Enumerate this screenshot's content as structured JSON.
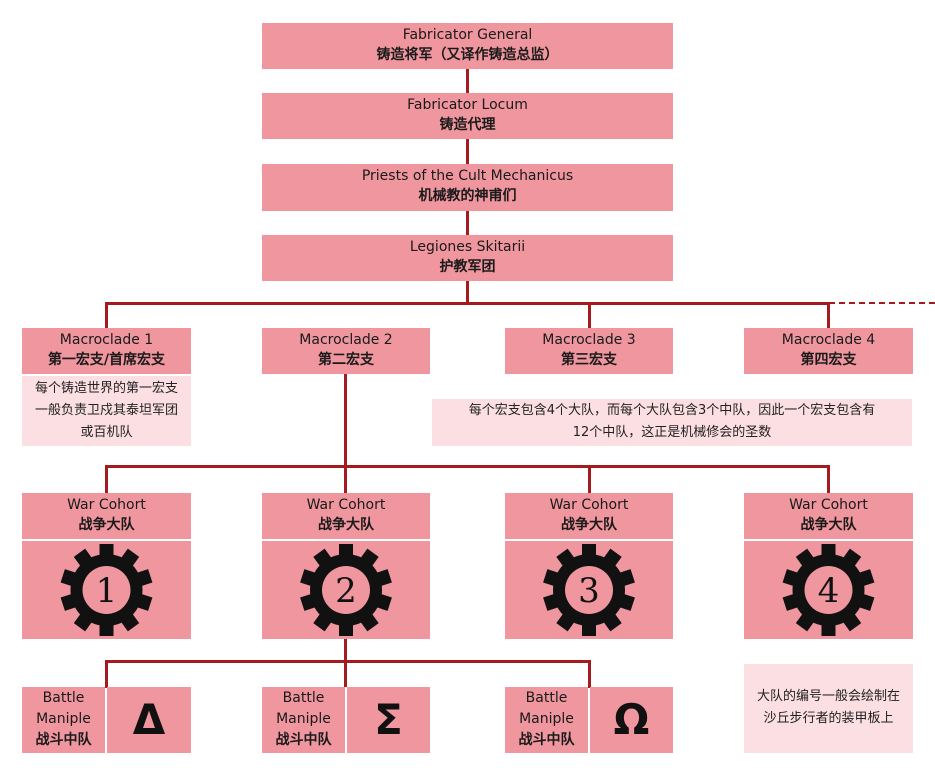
{
  "hierarchy": [
    {
      "en": "Fabricator General",
      "zh": "铸造将军（又译作铸造总监）"
    },
    {
      "en": "Fabricator Locum",
      "zh": "铸造代理"
    },
    {
      "en": "Priests of the Cult Mechanicus",
      "zh": "机械教的神甫们"
    },
    {
      "en": "Legiones Skitarii",
      "zh": "护教军团"
    }
  ],
  "macroclades": [
    {
      "en": "Macroclade 1",
      "zh": "第一宏支/首席宏支"
    },
    {
      "en": "Macroclade 2",
      "zh": "第二宏支"
    },
    {
      "en": "Macroclade 3",
      "zh": "第三宏支"
    },
    {
      "en": "Macroclade 4",
      "zh": "第四宏支"
    }
  ],
  "notes": {
    "macroclade1": [
      "每个铸造世界的第一宏支",
      "一般负责卫戍其泰坦军团",
      "或百机队"
    ],
    "macroclade_general": [
      "每个宏支包含4个大队，而每个大队包含3个中队，因此一个宏支包含有",
      "12个中队，这正是机械修会的圣数"
    ],
    "cohort_marking": [
      "大队的编号一般会绘制在",
      "沙丘步行者的装甲板上"
    ]
  },
  "cohorts": [
    {
      "en": "War Cohort",
      "zh": "战争大队",
      "number": "1"
    },
    {
      "en": "War Cohort",
      "zh": "战争大队",
      "number": "2"
    },
    {
      "en": "War Cohort",
      "zh": "战争大队",
      "number": "3"
    },
    {
      "en": "War Cohort",
      "zh": "战争大队",
      "number": "4"
    }
  ],
  "maniples": [
    {
      "en1": "Battle",
      "en2": "Maniple",
      "zh": "战斗中队",
      "symbol": "Δ"
    },
    {
      "en1": "Battle",
      "en2": "Maniple",
      "zh": "战斗中队",
      "symbol": "Σ"
    },
    {
      "en1": "Battle",
      "en2": "Maniple",
      "zh": "战斗中队",
      "symbol": "Ω"
    }
  ],
  "colors": {
    "box": "#ef969f",
    "note": "#fbdfe2",
    "line": "#a31a1f"
  }
}
